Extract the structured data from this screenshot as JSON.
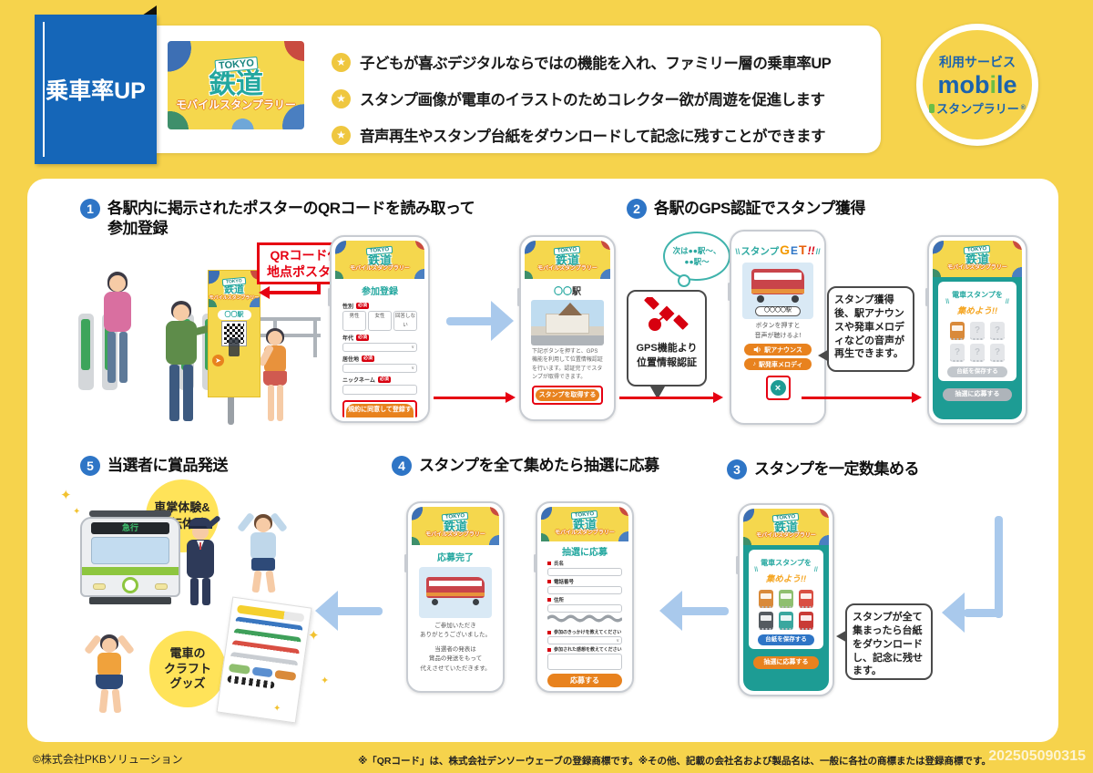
{
  "header": {
    "badge": "乗車率UP",
    "bullets": [
      "子どもが喜ぶデジタルならではの機能を入れ、ファミリー層の乗車率UP",
      "スタンプ画像が電車のイラストのためコレクター欲が周遊を促進します",
      "音声再生やスタンプ台紙をダウンロードして記念に残すことができます"
    ],
    "service": {
      "label": "利用サービス",
      "logo_prefix": "mob",
      "logo_i": "i",
      "logo_suffix": "le",
      "logo_sub": "スタンプラリー",
      "logo_reg": "®"
    }
  },
  "banner": {
    "flag": "TOKYO",
    "title": "鉄道",
    "subtitle": "モバイルスタンプラリー"
  },
  "steps": [
    {
      "num": "1",
      "title": "各駅内に掲示されたポスターのQRコードを読み取って",
      "title2": "参加登録"
    },
    {
      "num": "2",
      "title": "各駅のGPS認証でスタンプ獲得"
    },
    {
      "num": "3",
      "title": "スタンプを一定数集める"
    },
    {
      "num": "4",
      "title": "スタンプを全て集めたら抽選に応募"
    },
    {
      "num": "5",
      "title": "当選者に賞品発送"
    }
  ],
  "scene": {
    "poster_tag": "QRコード付\n地点ポスター",
    "poster_station": "〇〇駅"
  },
  "register": {
    "title": "参加登録",
    "required": "必須",
    "gender": "性別",
    "gender_options": [
      "男性",
      "女性",
      "回答しない"
    ],
    "age": "年代",
    "residence": "居住地",
    "nickname": "ニックネーム",
    "submit": "規約に同意して登録する"
  },
  "station": {
    "title_prefix": "〇〇",
    "title_suffix": "駅",
    "body": "下記ボタンを押すと、GPS機能を利用して位置情報認証を行います。認証完了でスタンプが取得できます。",
    "button": "スタンプを取得する"
  },
  "gps_note": "GPS機能より\n位置情報認証",
  "announce_bubble": "次は●●駅〜、\n●●駅〜",
  "get": {
    "deco_l": "\\\\",
    "deco_r": "//",
    "word": "スタンプ",
    "g": "G",
    "e": "E",
    "t": "T",
    "bang": "!!",
    "station": "〇〇〇〇駅",
    "body": "ボタンを押すと\n音声が聴けるよ!",
    "btn_announce": "駅アナウンス",
    "btn_melody": "駅発車メロディ",
    "melody_icon": "♪",
    "close": "×"
  },
  "audio_note": "スタンプ獲得後、駅アナウンスや発車メロディなどの音声が再生できます。",
  "collect": {
    "deco_l": "\\\\",
    "deco_r": "//",
    "title1": "電車スタンプを",
    "title2": "集めよう!!",
    "placeholder": "?",
    "save": "台紙を保存する",
    "apply": "抽選に応募する"
  },
  "download_note": "スタンプが全て集まったら台紙をダウンロードし、記念に残せます。",
  "done": {
    "title": "応募完了",
    "thanks": "ご参加いただき\nありがとうございました。",
    "notice": "当選者の発表は\n賞品の発送をもって\n代えさせていただきます。"
  },
  "apply_form": {
    "title": "抽選に応募",
    "fields": [
      "氏名",
      "電話番号",
      "住所"
    ],
    "q_select": "参加のきっかけを教えてください",
    "q_text": "参加された感想を教えてください",
    "submit": "応募する"
  },
  "prizes": {
    "conductor": "車掌体験&\n運転体験",
    "craft": "電車の\nクラフト\nグッズ",
    "train_sign": "急行"
  },
  "footer": {
    "copyright": "©株式会社PKBソリューション",
    "note": "※「QRコード」は、株式会社デンソーウェーブの登録商標です。※その他、記載の会社名および製品名は、一般に各社の商標または登録商標です。",
    "code": "202505090315"
  }
}
